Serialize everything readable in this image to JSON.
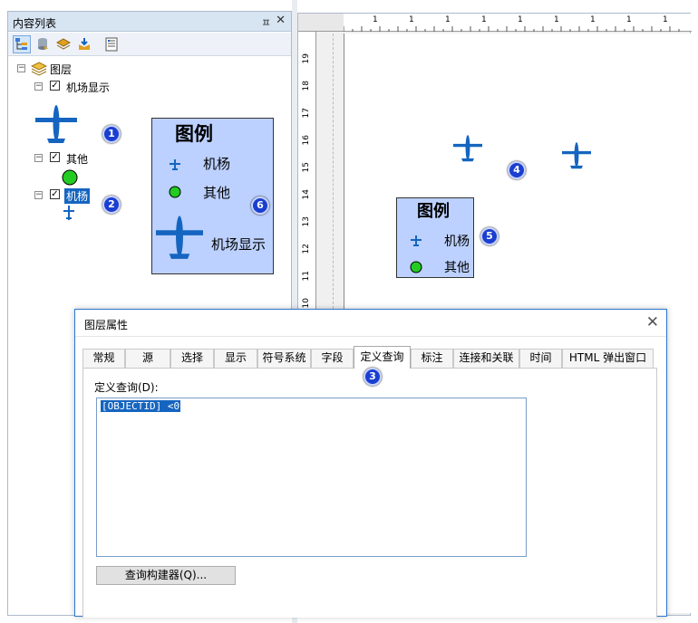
{
  "toc": {
    "title": "内容列表",
    "pin_glyph": "ㅍ",
    "close_glyph": "✕",
    "toolbar_icons": [
      "list-by-drawing-order-icon",
      "list-by-source-icon",
      "list-by-visibility-icon",
      "list-by-selection-icon",
      "options-icon"
    ],
    "root_label": "图层",
    "layers": [
      {
        "label": "机场显示",
        "checked": true
      },
      {
        "label": "其他",
        "checked": true
      },
      {
        "label": "机杨",
        "checked": true,
        "selected": true
      }
    ]
  },
  "legend_toc": {
    "title": "图例",
    "items": [
      "机杨",
      "其他",
      "机场显示"
    ]
  },
  "legend_layout": {
    "title": "图例",
    "items": [
      "机杨",
      "其他"
    ]
  },
  "badges": [
    "1",
    "2",
    "3",
    "4",
    "5",
    "6"
  ],
  "ruler_top_ticks": [
    "1",
    "1",
    "1",
    "1",
    "1",
    "1",
    "1",
    "1",
    "1"
  ],
  "ruler_left_ticks": [
    "19",
    "18",
    "17",
    "16",
    "15",
    "14",
    "13",
    "12",
    "11",
    "10"
  ],
  "dialog": {
    "title": "图层属性",
    "close_glyph": "✕",
    "tabs": [
      "常规",
      "源",
      "选择",
      "显示",
      "符号系统",
      "字段",
      "定义查询",
      "标注",
      "连接和关联",
      "时间",
      "HTML 弹出窗口"
    ],
    "active_tab": "定义查询",
    "definition_query_label": "定义查询(D):",
    "definition_query_value": "[OBJECTID] <0",
    "query_builder_button": "查询构建器(Q)..."
  },
  "colors": {
    "plane_blue": "#1565c0",
    "legend_bg": "#bcd1ff",
    "badge_blue": "#1a3fd0",
    "green_marker": "#22cc22"
  }
}
